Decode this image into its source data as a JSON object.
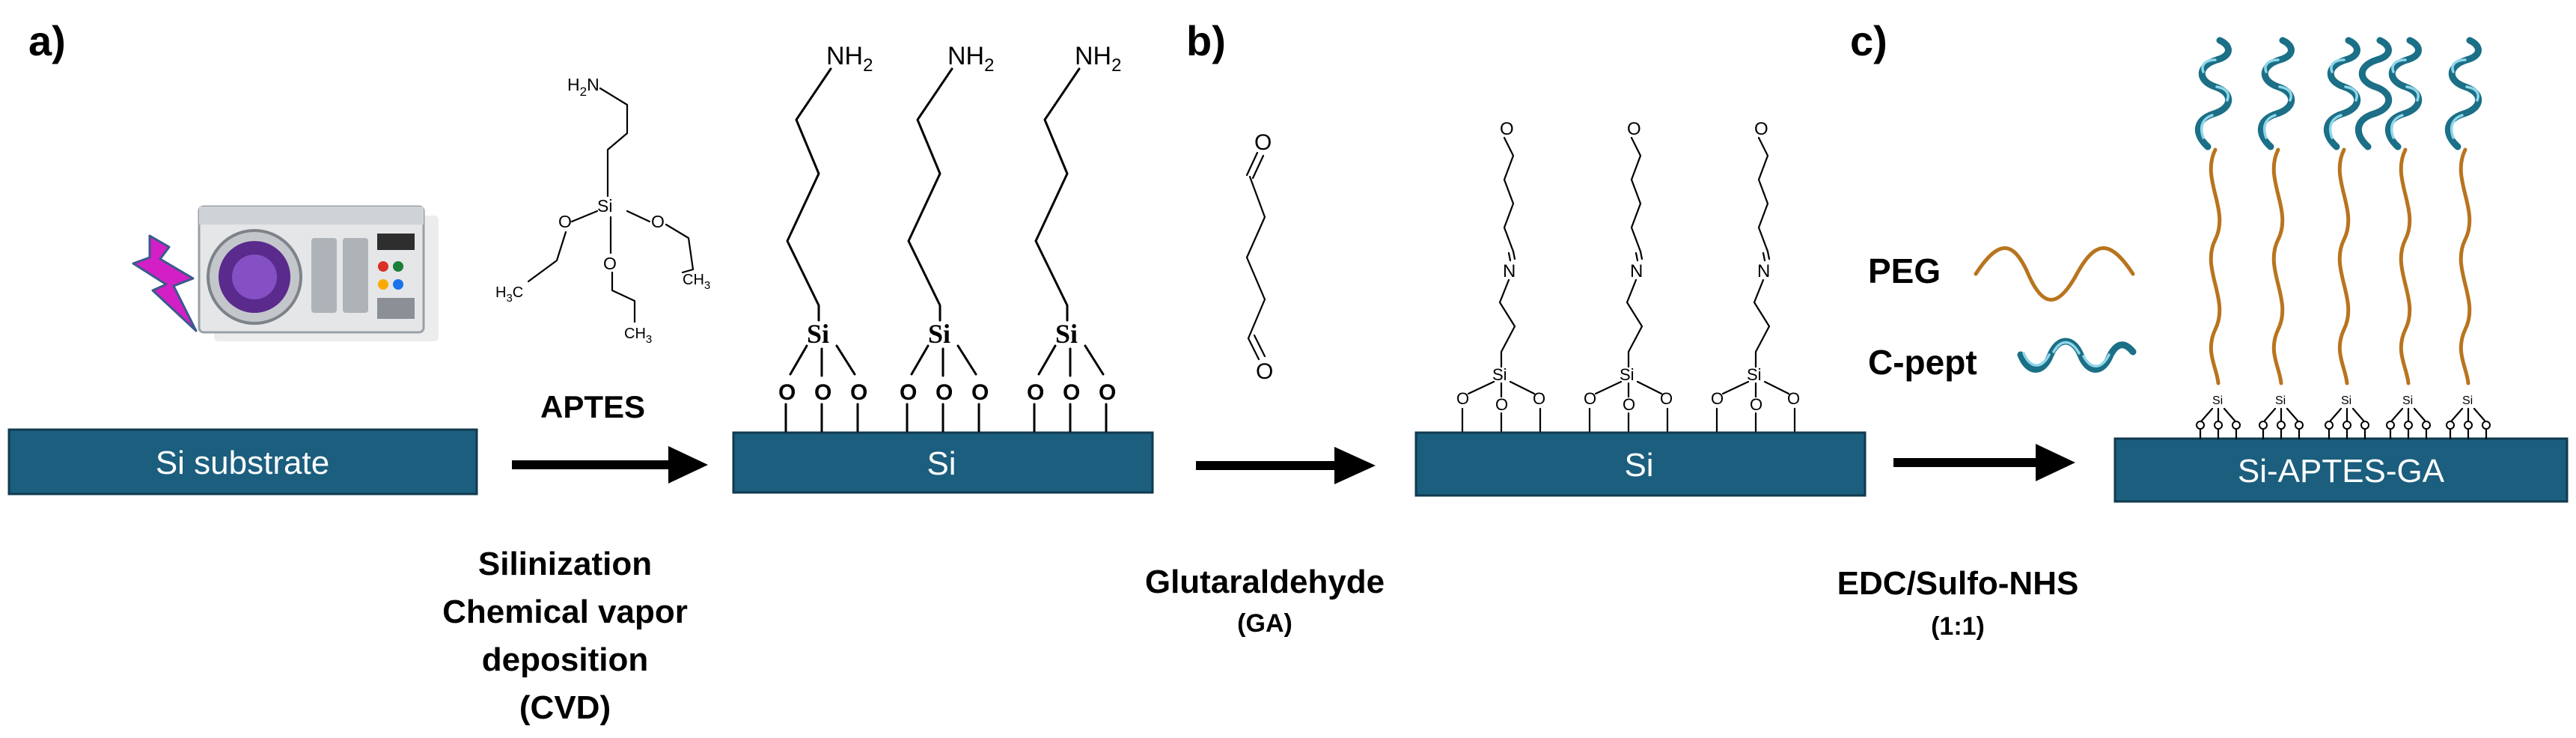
{
  "panels": {
    "a": {
      "letter": "a)",
      "substrate": "Si substrate",
      "reagent": "APTES",
      "steps": [
        "Silinization",
        "Chemical vapor",
        "deposition",
        "(CVD)"
      ],
      "surface": "Si",
      "amine": "NH",
      "amine_sub": "2",
      "si_atom": "Si",
      "oxygen": "O",
      "aptes_amine": "H",
      "aptes_amine_sub": "2",
      "aptes_n": "N",
      "aptes_si": "Si",
      "ethyl_left_h": "H",
      "ethyl_left_sub": "3",
      "ethyl_left_c": "C",
      "ethyl_ch": "CH",
      "ethyl_sub": "3"
    },
    "b": {
      "letter": "b)",
      "reagent": "Glutaraldehyde",
      "reagent_abbr": "(GA)",
      "surface": "Si",
      "oxygen": "O",
      "nitrogen": "N",
      "si_atom": "Si"
    },
    "c": {
      "letter": "c)",
      "legend_peg": "PEG",
      "legend_pept": "C-pept",
      "reagent": "EDC/Sulfo-NHS",
      "ratio": "(1:1)",
      "surface": "Si-APTES-GA",
      "si_atom": "Si"
    }
  },
  "colors": {
    "substrate": "#1b5e7e",
    "arrow": "#000000",
    "peg": "#b8741e",
    "peptide": "#1b6f86",
    "lightning": "#d21fc6"
  }
}
